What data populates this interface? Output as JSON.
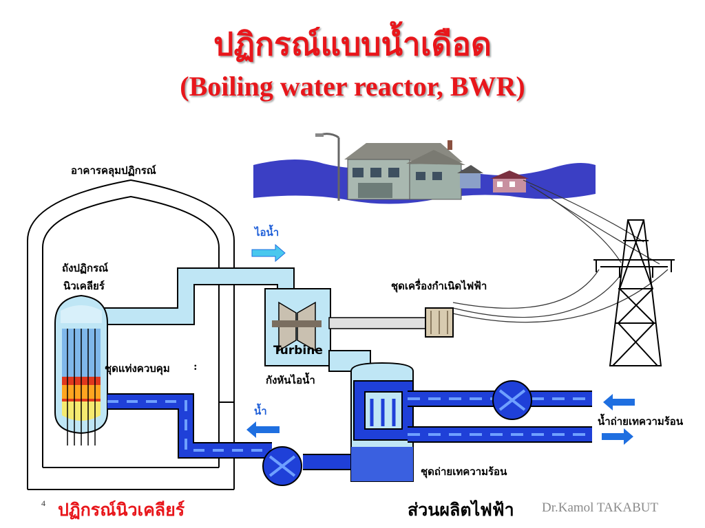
{
  "title_thai": "ปฏิกรณ์แบบน้ำเดือด",
  "title_english": "(Boiling water reactor, BWR)",
  "labels": {
    "containment_building": "อาคารคลุมปฏิกรณ์",
    "reactor_vessel_line1": "ถังปฏิกรณ์",
    "reactor_vessel_line2": "นิวเคลียร์",
    "control_rods": "ชุดแท่งควบคุม",
    "control_rods_mark": ":",
    "steam": "ไอน้ำ",
    "water": "น้ำ",
    "turbine_caption": "กังหันไอน้ำ",
    "turbine_text": "Turbine",
    "generator": "ชุดเครื่องกำเนิดไฟฟ้า",
    "cooling_water": "น้ำถ่ายเทความร้อน",
    "condenser": "ชุดถ่ายเทความร้อน"
  },
  "footer": {
    "page_number": "4",
    "nuclear_reactor": "ปฏิกรณ์นิวเคลียร์",
    "power_generation": "ส่วนผลิตไฟฟ้า",
    "author": "Dr.Kamol TAKABUT"
  },
  "colors": {
    "title": "#e8161b",
    "steam_pipe": "#bfe6f5",
    "water_pipe": "#1f40d8",
    "arrow": "#1f6fe0",
    "line": "#000000"
  }
}
